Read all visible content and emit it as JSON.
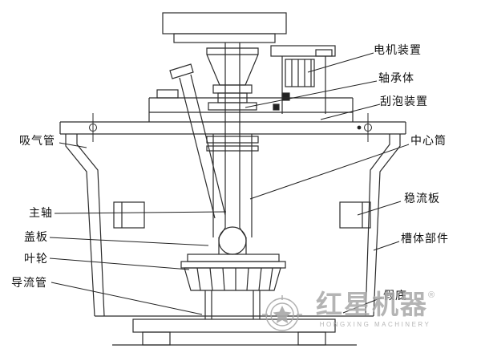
{
  "diagram": {
    "subject": "flotation-machine-cross-section"
  },
  "labels": {
    "motor": "电机装置",
    "bearing": "轴承体",
    "scraper": "刮泡装置",
    "center_tube": "中心筒",
    "stabilizer": "稳流板",
    "tank_body": "槽体部件",
    "false_bottom": "假底",
    "suction_pipe": "吸气管",
    "main_shaft": "主轴",
    "cover_plate": "盖板",
    "impeller": "叶轮",
    "guide_tube": "导流管"
  },
  "watermark": {
    "brand": "红星机器",
    "registered": "®",
    "brand_en": "HONGXING MACHINERY",
    "color": "#a8a8a8"
  }
}
